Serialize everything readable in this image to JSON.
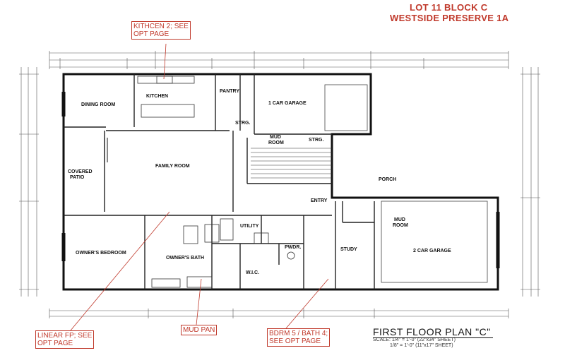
{
  "header": {
    "line1": "LOT 11 BLOCK C",
    "line2": "WESTSIDE PRESERVE 1A"
  },
  "callouts": {
    "kitchen2_line1": "KITHCEN 2; SEE",
    "kitchen2_line2": "OPT PAGE",
    "linear_fp_line1": "LINEAR FP; SEE",
    "linear_fp_line2": "OPT PAGE",
    "mud_pan": "MUD PAN",
    "bdrm5_line1": "BDRM 5 / BATH 4;",
    "bdrm5_line2": "SEE OPT PAGE"
  },
  "rooms": {
    "dining_room": "DINING ROOM",
    "kitchen": "KITCHEN",
    "pantry": "PANTRY",
    "one_car_garage": "1 CAR GARAGE",
    "strg_1": "STRG.",
    "mud_room_1_line1": "MUD",
    "mud_room_1_line2": "ROOM",
    "strg_2": "STRG.",
    "family_room": "FAMILY ROOM",
    "covered_patio_line1": "COVERED",
    "covered_patio_line2": "PATIO",
    "porch": "PORCH",
    "entry": "ENTRY",
    "mud_room_2_line1": "MUD",
    "mud_room_2_line2": "ROOM",
    "utility": "UTILITY",
    "owners_bedroom": "OWNER'S BEDROOM",
    "owners_bath": "OWNER'S BATH",
    "pwdr": "PWDR.",
    "study": "STUDY",
    "two_car_garage": "2 CAR GARAGE",
    "wic": "W.I.C."
  },
  "title_block": {
    "title": "FIRST FLOOR PLAN \"C\"",
    "scale_line1": "SCALE: 1/4\" = 1'-0\" (22\"x34\" SHEET)",
    "scale_line2": "1/8\" = 1'-0\" (11\"x17\" SHEET)"
  }
}
